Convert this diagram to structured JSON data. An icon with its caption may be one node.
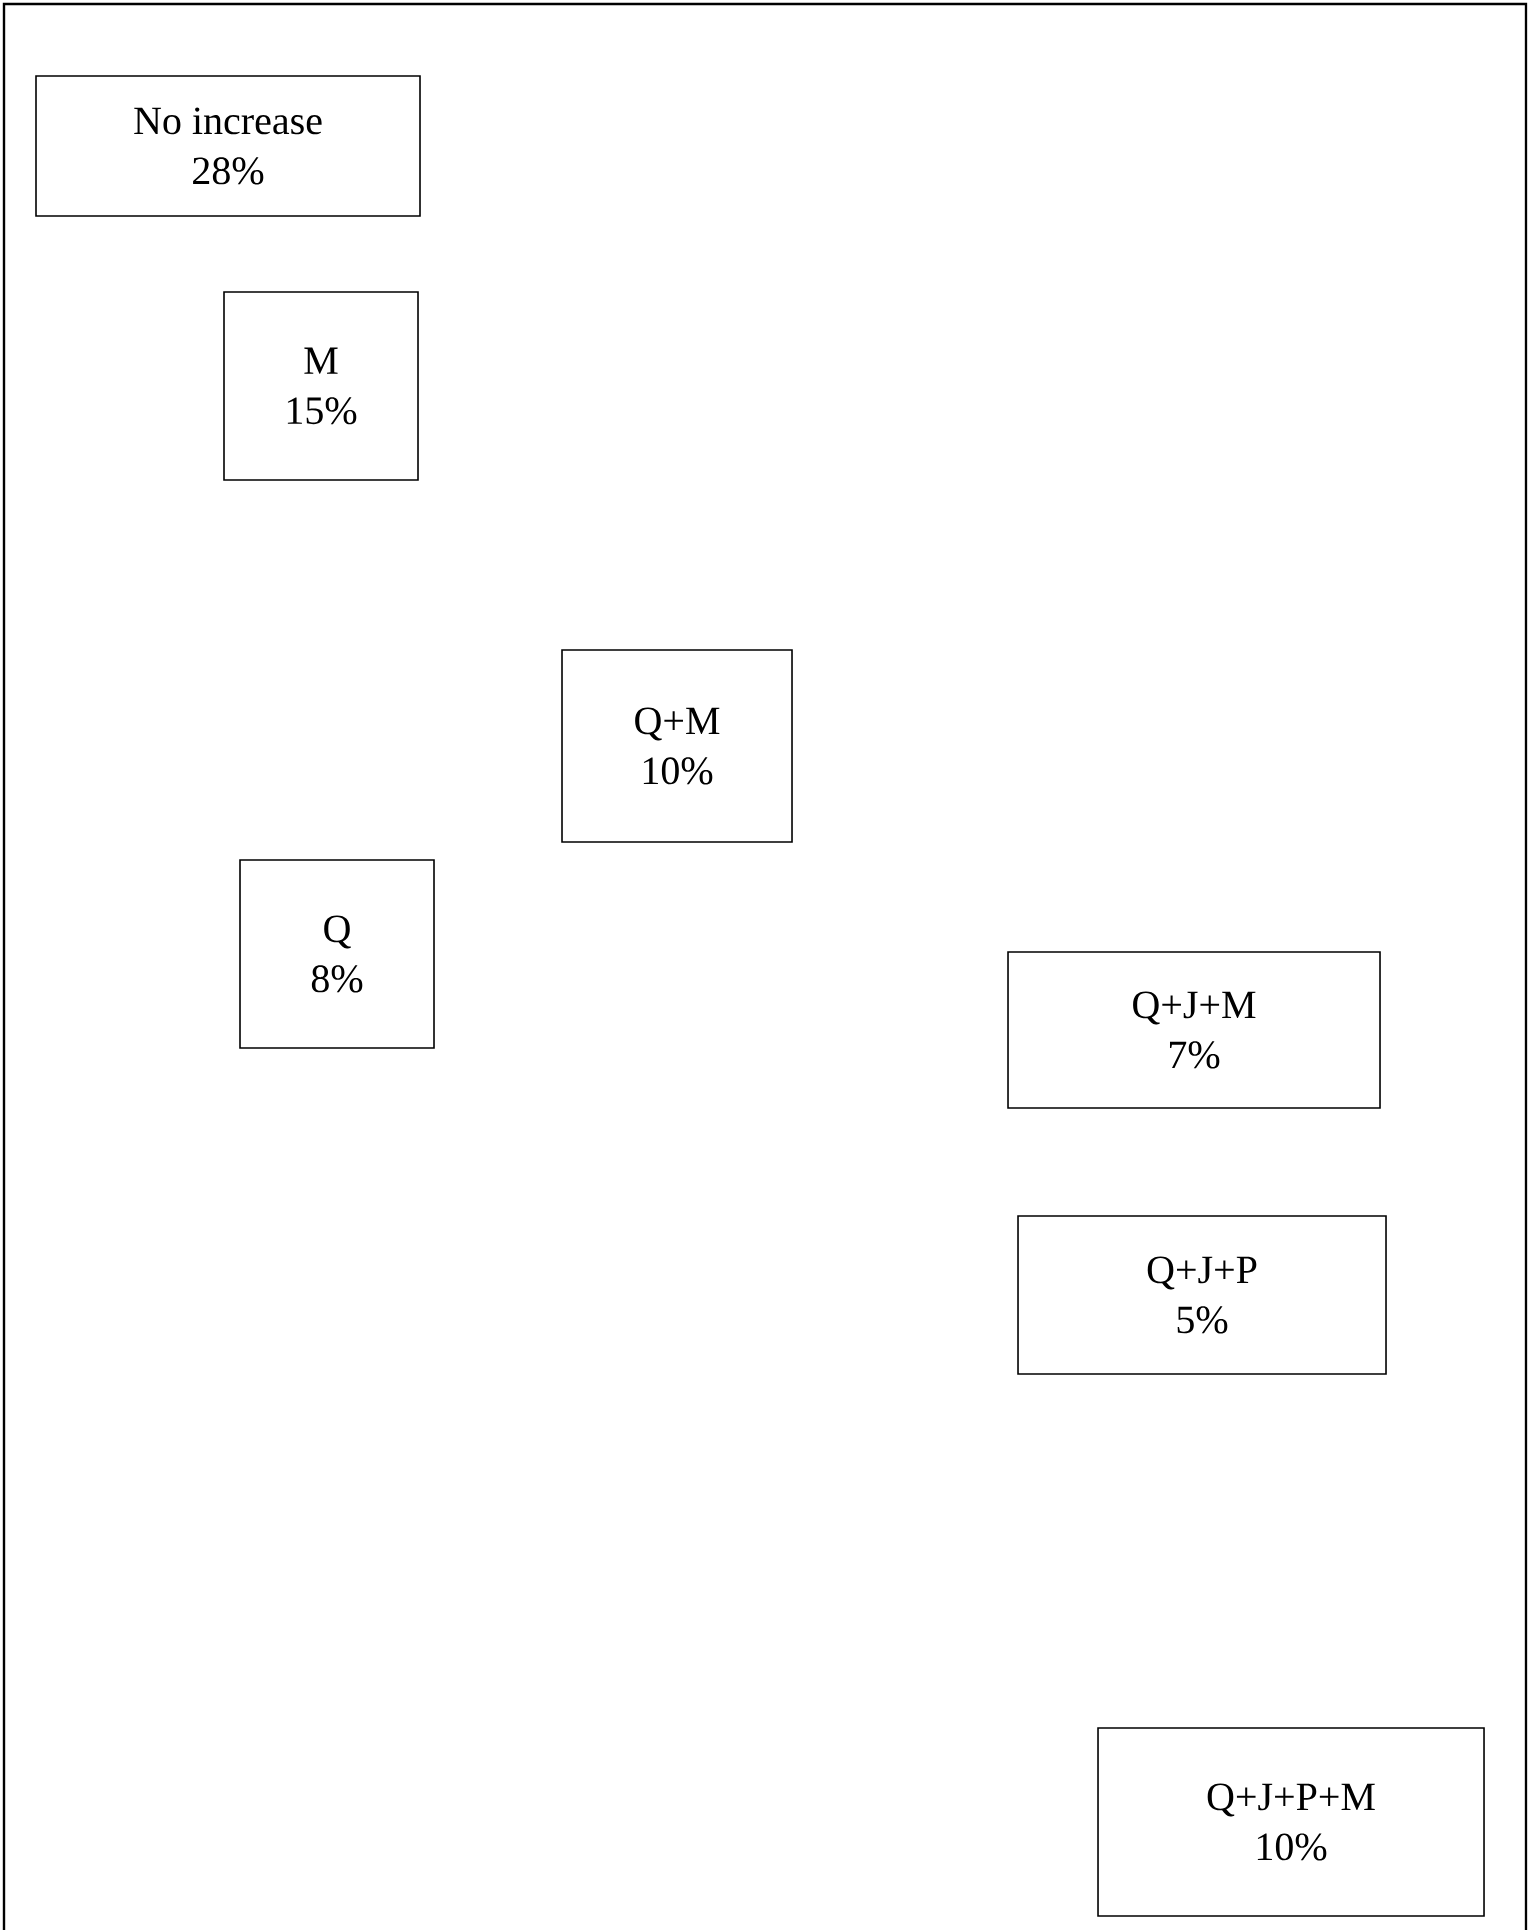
{
  "diagram": {
    "nodes": [
      {
        "text": [
          "No increase",
          "28%"
        ]
      },
      {
        "text": [
          "M",
          "15%"
        ]
      },
      {
        "text": [
          "Q+M",
          "10%"
        ]
      },
      {
        "text": [
          "Q",
          "8%"
        ]
      },
      {
        "text": [
          "Q+J+M",
          "7%"
        ]
      },
      {
        "text": [
          "Q+J+P",
          "5%"
        ]
      },
      {
        "text": [
          "Q+J+P+M",
          "10%"
        ]
      }
    ]
  }
}
